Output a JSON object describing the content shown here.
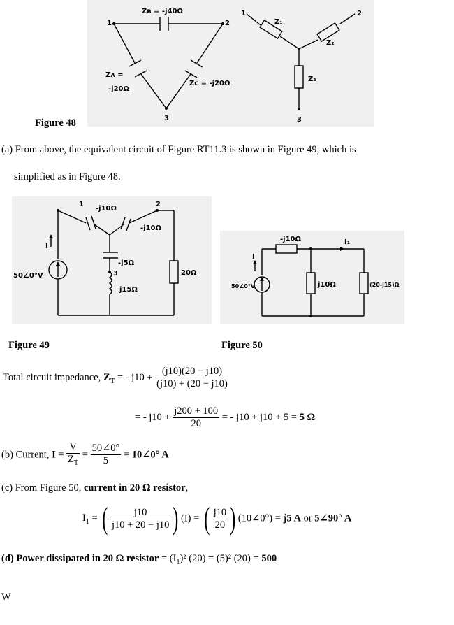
{
  "fig48": {
    "caption": "Figure 48",
    "delta": {
      "n1": "1",
      "n2": "2",
      "n3": "3",
      "zb": "Zʙ = -j40Ω",
      "za1": "Zᴀ =",
      "za2": "-j20Ω",
      "zc": "Zc = -j20Ω"
    },
    "star": {
      "n1": "1",
      "n2": "2",
      "n3": "3",
      "z1": "Z₁",
      "z2": "Z₂",
      "z3": "Z₃"
    }
  },
  "para_a": {
    "line1": "(a) From above, the equivalent circuit of Figure RT11.3 is shown in Figure 49, which is",
    "line2": "simplified as in Figure 48."
  },
  "fig49": {
    "caption": "Figure 49",
    "n1": "1",
    "n2": "2",
    "n3": "3",
    "l1": "-j10Ω",
    "l2": "-j10Ω",
    "l3": "-j5Ω",
    "l4": "j15Ω",
    "l5": "20Ω",
    "src": "50∠0°V",
    "cur": "I"
  },
  "fig50": {
    "caption": "Figure 50",
    "l1": "-j10Ω",
    "l2": "j10Ω",
    "l3": "(20-j15)Ω",
    "src": "50∠0°V",
    "cur": "I",
    "cur1": "I₁"
  },
  "eq1": {
    "prefix": "Total circuit impedance, ",
    "zt": "Z",
    "ztsub": "T",
    "rhs": " = - j10 + ",
    "num": "(j10)(20 − j10)",
    "den": "(j10) + (20 − j10)"
  },
  "eq2": {
    "prefix": "= - j10 + ",
    "num": "j200 + 100",
    "den": "20",
    "rest": " = - j10 + j10 + 5 = ",
    "result": "5 Ω"
  },
  "para_b": {
    "prefix": "(b) Current, ",
    "i": "I",
    "eq": " = ",
    "num1": "V",
    "den1": "Z",
    "den1sub": "T",
    "eq2": " = ",
    "num2": "50∠0°",
    "den2": "5",
    "eq3": " = ",
    "result": "10∠0° A"
  },
  "para_c": {
    "prefix": "(c) From Figure 50, ",
    "bold": "current in 20 Ω resistor",
    "suffix": ","
  },
  "eq3": {
    "i1": "I",
    "i1sub": "1",
    "eq": " = ",
    "num1": "j10",
    "den1": "j10 + 20 − j10",
    "mid1": "(I) = ",
    "num2": "j10",
    "den2": "20",
    "mid2": "(10∠0°) = ",
    "r1": "j5 A",
    "or": "  or  ",
    "r2": "5∠90° A"
  },
  "para_d": {
    "bold": "(d) Power dissipated in 20 Ω resistor",
    "eq": " = (I",
    "sub": "1",
    "rest": ")² (20) = (5)² (20) = ",
    "result": "500"
  },
  "trailing": "W"
}
